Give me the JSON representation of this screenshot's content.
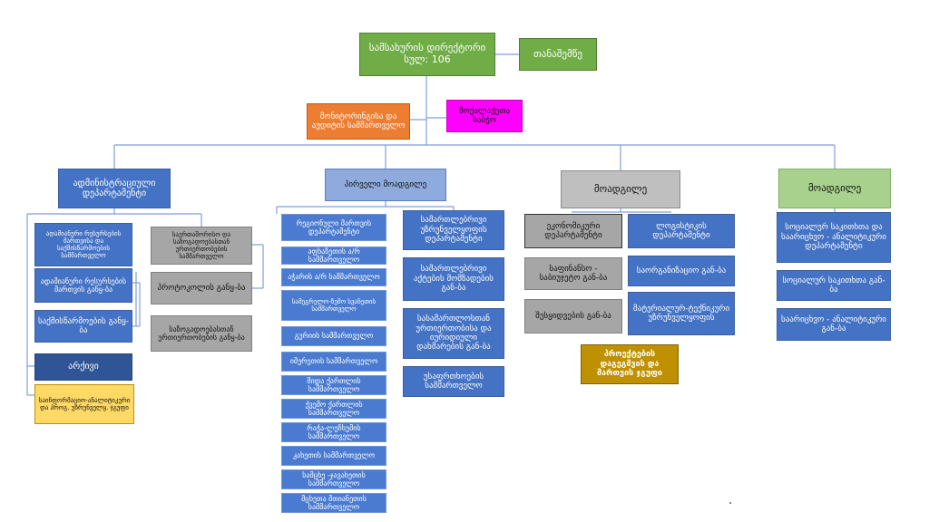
{
  "top": {
    "director": "სამსახურის დირექტორი\nსულ: 106",
    "assistant": "თანაშემწე",
    "audit": "მონიტორინგისა და აუდიტის სამმართველო",
    "citizens": "მოქალაქეთა საბჭო"
  },
  "branches": {
    "admin": "ადმინისტრაციული დეპარტამენტი",
    "first_deputy": "პირველი მოადგილე",
    "deputy_grey": "მოადგილე",
    "deputy_green": "მოადგილე"
  },
  "admin_left": [
    "ადამიანური რესურსების მართვისა და საქმისწარმოების სამმართველო",
    "ადამიანური რესურსების მართვის განყ-ბა",
    "საქმისწარმოების განყ-ბა"
  ],
  "admin_right": [
    "საერთაშორისო და საზოგადოებასთან ურთიერთობების სამმართველო",
    "პროტოკოლის განყ-ბა",
    "საზოგადოებასთან ურთიერთობების განყ-ბა"
  ],
  "admin_extra": {
    "archive": "არქივი",
    "analytics": "საინფორმაციო-ანალიტიკური და პროგ. უზრუნველყ. ჯგუფი"
  },
  "regional": [
    "რეგიონული მართვის დეპარტამენტი",
    "აფხაზეთის ა/რ სამმართველო",
    "აჭარის ა/რ სამმართველო",
    "სამეგრელო-ზემო სვანეთის სამმართველო",
    "გურიის სამმართველო",
    "იმერეთის სამმართველო",
    "შიდა ქართლის სამმართველო",
    "ქვემო ქართლის სამმართველო",
    "რაჭა-ლეჩხუმის სამმართველო",
    "კახეთის სამმართველო",
    "სამცხე -ჯავახეთის სამმართველო",
    "მცხეთა მთიანეთის სამმართველო"
  ],
  "legal": [
    "სამართლებრივი უზრუნველყოფის დეპარტამენტი",
    "სამართლებრივი აქტების მომზადების გან-ბა",
    "სასამართლოსთან ურთიერთობისა და იურიდიული დახმარების გან-ბა",
    "უსაფრთხოების სამმართველო"
  ],
  "economic": [
    "ეკონომიკური დეპარტამენტი",
    "საფინანსო - საბიუჯეტო გან-ბა",
    "შესყიდვების გან-ბა"
  ],
  "logistics": [
    "ლოგისტიკის დეპარტამენტი",
    "საორგანიზაციო გან-ბა",
    "მატერიალურ-ტექნიკური უზრუნველყოფის"
  ],
  "projects": "პროექტების დაგეგმვის და მართვის ჯგუფი",
  "social": [
    "სოციალურ საკითხთა და საარიცხვო - ანალიტიკური დეპარტამენტი",
    "სოციალურ საკითხთა გან-ბა",
    "საარიცხვო - ანალიტიკური გან-ბა"
  ]
}
